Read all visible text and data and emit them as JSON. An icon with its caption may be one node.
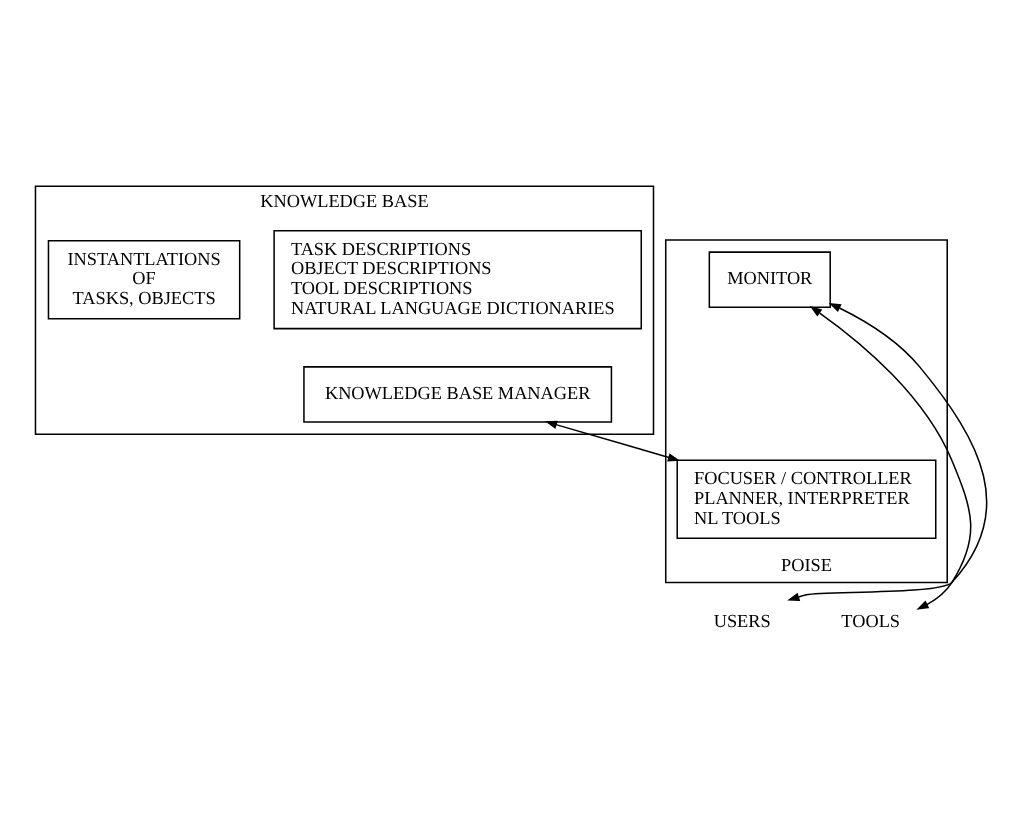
{
  "diagram": {
    "nodes": [
      {
        "text": [
          "KNOWLEDGE BASE"
        ]
      },
      {
        "text": [
          "TASK DESCRIPTIONS",
          "OBJECT DESCRIPTIONS",
          "TOOL DESCRIPTIONS",
          "NATURAL LANGUAGE DICTIONARIES"
        ],
        "in": 0
      },
      {
        "text": [
          "INSTANTLATIONS",
          "OF",
          "TASKS, OBJECTS"
        ],
        "in": 0
      },
      {
        "text": [
          "KNOWLEDGE BASE MANAGER"
        ],
        "in": 0
      },
      {
        "text": [
          "POISE"
        ]
      },
      {
        "text": [
          "FOCUSER / CONTROLLER",
          "PLANNER, INTERPRETER",
          "NL TOOLS"
        ],
        "in": 4
      },
      {
        "text": [
          "MONITOR"
        ],
        "in": 4
      },
      {
        "text": [
          "USERS"
        ]
      },
      {
        "text": [
          "TOOLS"
        ]
      }
    ],
    "edges": [
      {
        "from": 3,
        "to": 5,
        "arrow": "both"
      },
      {
        "from": 7,
        "to": 6,
        "arrow": "both"
      },
      {
        "from": 6,
        "to": 8,
        "arrow": "both"
      }
    ]
  }
}
